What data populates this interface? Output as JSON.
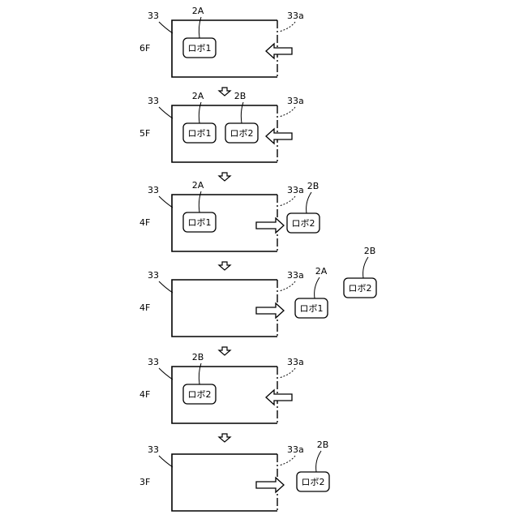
{
  "figure": {
    "stages": [
      {
        "floor": "6F",
        "car_ref": "33",
        "door_ref": "33a",
        "door_arrow": "in",
        "robots_in_car": [
          {
            "ref": "2A",
            "label": "ロボ1"
          }
        ],
        "robots_outside": []
      },
      {
        "floor": "5F",
        "car_ref": "33",
        "door_ref": "33a",
        "door_arrow": "in",
        "robots_in_car": [
          {
            "ref": "2A",
            "label": "ロボ1"
          },
          {
            "ref": "2B",
            "label": "ロボ2"
          }
        ],
        "robots_outside": []
      },
      {
        "floor": "4F",
        "car_ref": "33",
        "door_ref": "33a",
        "door_arrow": "out",
        "robots_in_car": [
          {
            "ref": "2A",
            "label": "ロボ1"
          }
        ],
        "robots_outside": [
          {
            "ref": "2B",
            "label": "ロボ2"
          }
        ]
      },
      {
        "floor": "4F",
        "car_ref": "33",
        "door_ref": "33a",
        "door_arrow": "out",
        "robots_in_car": [],
        "robots_outside": [
          {
            "ref": "2A",
            "label": "ロボ1"
          },
          {
            "ref": "2B",
            "label": "ロボ2"
          }
        ]
      },
      {
        "floor": "4F",
        "car_ref": "33",
        "door_ref": "33a",
        "door_arrow": "in",
        "robots_in_car": [
          {
            "ref": "2B",
            "label": "ロボ2"
          }
        ],
        "robots_outside": []
      },
      {
        "floor": "3F",
        "car_ref": "33",
        "door_ref": "33a",
        "door_arrow": "out",
        "robots_in_car": [],
        "robots_outside": [
          {
            "ref": "2B",
            "label": "ロボ2"
          }
        ]
      }
    ],
    "colors": {
      "line": "#000000",
      "background": "#ffffff"
    }
  }
}
